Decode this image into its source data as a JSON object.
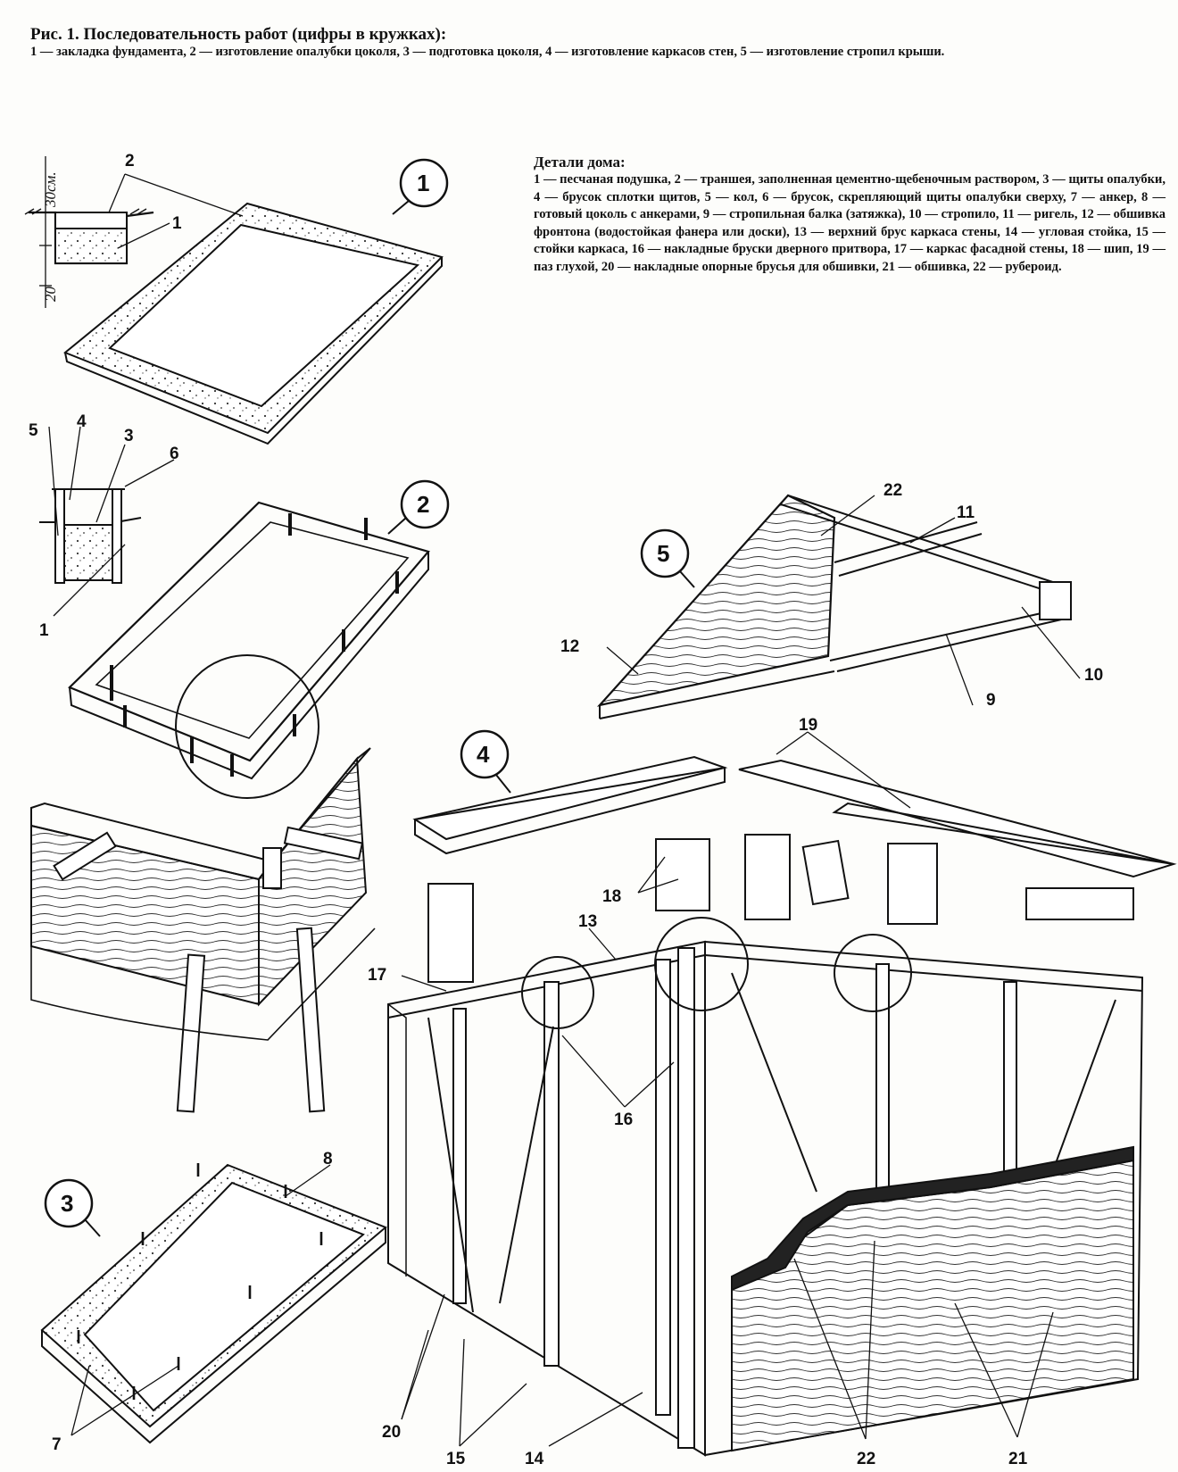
{
  "caption": {
    "title": "Рис. 1. Последовательность работ (цифры в кружках):",
    "body": "1 — закладка фундамента, 2 — изготовление опалубки цоколя, 3 — подготовка цоколя, 4 — изготовление каркасов стен, 5 — изготовление стропил крыши."
  },
  "legend": {
    "title": "Детали дома:",
    "body": "1 — песчаная подушка, 2 — траншея, заполненная цементно-щебеночным раствором, 3 — щиты опалубки, 4 — брусок сплотки щитов, 5 — кол, 6 — брусок, скрепляющий щиты опалубки сверху, 7 — анкер, 8 — готовый цоколь с анкерами, 9 — стропильная балка (затяжка), 10 — стропило, 11 — ригель, 12 — обшивка фронтона (водостойкая фанера или доски), 13 — верхний брус каркаса стены, 14 — угловая стойка, 15 — стойки каркаса, 16 — накладные бруски дверного притвора, 17 — каркас фасадной стены, 18 — шип, 19 — паз глухой, 20 — накладные опорные брусья для обшивки, 21 — обшивка, 22 — рубероид."
  },
  "steps": [
    "1",
    "2",
    "3",
    "4",
    "5"
  ],
  "dimensions": [
    "30см.",
    "20"
  ],
  "callouts": {
    "foundation": [
      "2",
      "1"
    ],
    "formwork": [
      "5",
      "4",
      "3",
      "6",
      "1"
    ],
    "plinth": [
      "8",
      "7"
    ],
    "roof": [
      "22",
      "11",
      "12",
      "10",
      "9"
    ],
    "walls": [
      "19",
      "18",
      "13",
      "17",
      "16",
      "20",
      "15",
      "14",
      "22",
      "21"
    ]
  }
}
